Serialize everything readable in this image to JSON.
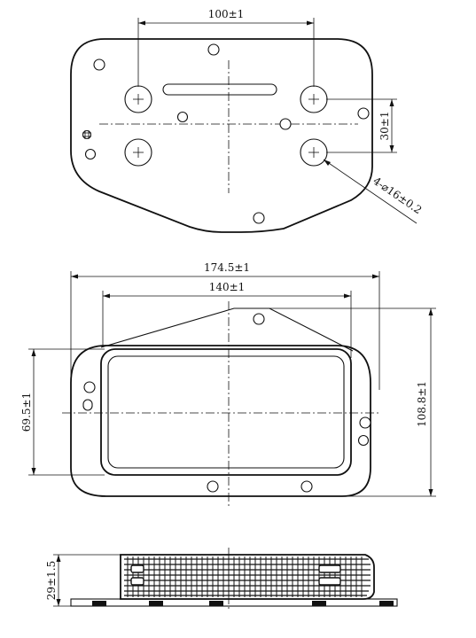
{
  "drawing": {
    "top_view": {
      "dim_horizontal": "100±1",
      "dim_vertical": "30±1",
      "dim_holes": "4-⌀16±0.2"
    },
    "front_view": {
      "dim_overall_width": "174.5±1",
      "dim_inner_width": "140±1",
      "dim_left_height": "69.5±1",
      "dim_right_height": "108.8±1"
    },
    "side_view": {
      "dim_thickness": "29±1.5"
    }
  }
}
